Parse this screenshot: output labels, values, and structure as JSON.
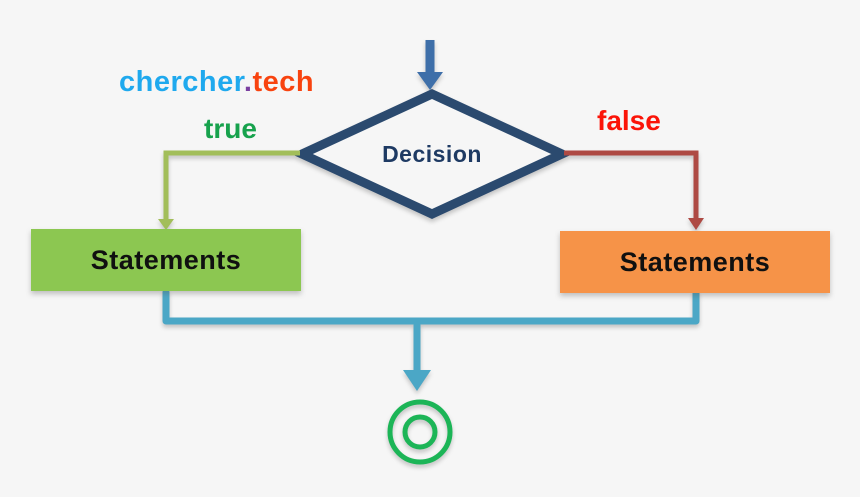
{
  "page": {
    "background": "#F6F6F6",
    "type": "flowchart-diagram"
  },
  "logo": {
    "part1": "chercher",
    "dot": ".",
    "part2": "tech",
    "colors": {
      "part1": "#1FA9EE",
      "dot": "#7B3FA0",
      "part2": "#F8430F"
    }
  },
  "flowchart": {
    "start": {
      "symbol": "down-arrow",
      "color": "#3E6FA9"
    },
    "decision": {
      "label": "Decision",
      "shape": "diamond",
      "border_color": "#2B4A6F",
      "text_color": "#1E3A63"
    },
    "true_branch": {
      "label": "true",
      "label_color": "#17A24D",
      "line_color": "#A2BE5A",
      "box": {
        "label": "Statements",
        "fill": "#8CC751",
        "text_color": "#101010"
      }
    },
    "false_branch": {
      "label": "false",
      "label_color": "#FB1408",
      "line_color": "#AE4A44",
      "box": {
        "label": "Statements",
        "fill": "#F69348",
        "text_color": "#101010"
      }
    },
    "merge": {
      "line_color": "#4BA7C6",
      "symbol": "down-arrow"
    },
    "end": {
      "symbol": "double-circle",
      "color": "#1CB557"
    }
  }
}
